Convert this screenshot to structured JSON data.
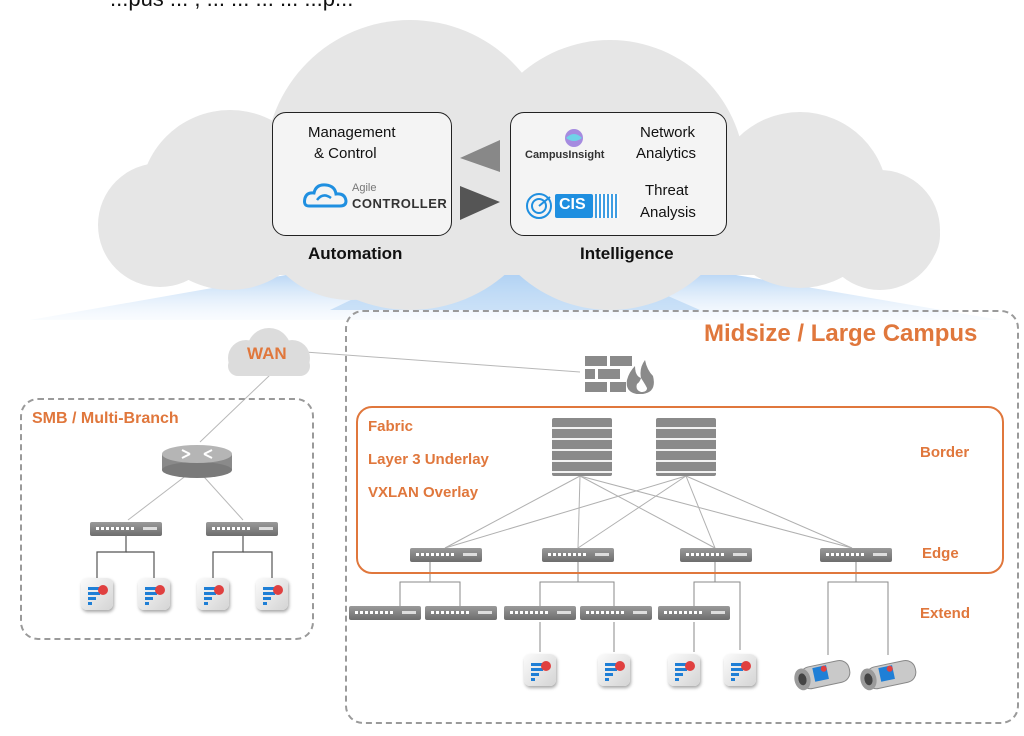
{
  "top_text": "...pus ... , ... ... ... ... ...p...",
  "cloud": {
    "automation_box": {
      "line1": "Management",
      "line2": "& Control",
      "logo_small": "Agile",
      "logo_big": "CONTROLLER",
      "caption": "Automation"
    },
    "intelligence_box": {
      "logo1": "CampusInsight",
      "item1_line1": "Network",
      "item1_line2": "Analytics",
      "logo2": "CIS",
      "item2_line1": "Threat",
      "item2_line2": "Analysis",
      "caption": "Intelligence"
    }
  },
  "wan": {
    "label": "WAN"
  },
  "smb": {
    "title": "SMB / Multi-Branch"
  },
  "campus": {
    "title": "Midsize / Large Campus",
    "fabric_lines": [
      "Fabric",
      "Layer 3 Underlay",
      "VXLAN Overlay"
    ],
    "layers": {
      "border": "Border",
      "edge": "Edge",
      "extend": "Extend"
    }
  },
  "icons": {
    "cloud": "cloud-shape",
    "firewall": "firewall-icon",
    "router": "router-icon",
    "switch": "switch-icon",
    "core_switch": "core-switch-rack-icon",
    "access_point": "wifi6-access-point-icon",
    "camera": "camera-icon",
    "arrow": "arrow-icon"
  },
  "colors": {
    "accent": "#e0773c",
    "cloud": "#e6e6e6",
    "dash": "#9a9a9a"
  }
}
